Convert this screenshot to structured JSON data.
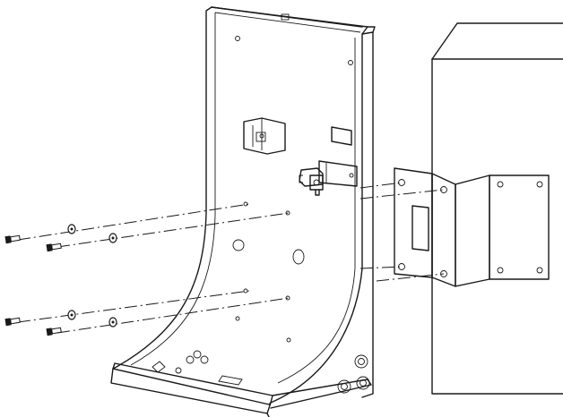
{
  "figure": {
    "type": "exploded-assembly-diagram",
    "components": [
      "mounting-panel",
      "wall-bracket",
      "wall-enclosure",
      "screws",
      "washers",
      "valve-assembly",
      "junction-box"
    ],
    "colors": {
      "line": "#1a1a1a",
      "panel_fill": "#ffffff",
      "bracket_fill": "#d3d3d3",
      "background": "#ffffff"
    },
    "fastener_count": 8
  }
}
